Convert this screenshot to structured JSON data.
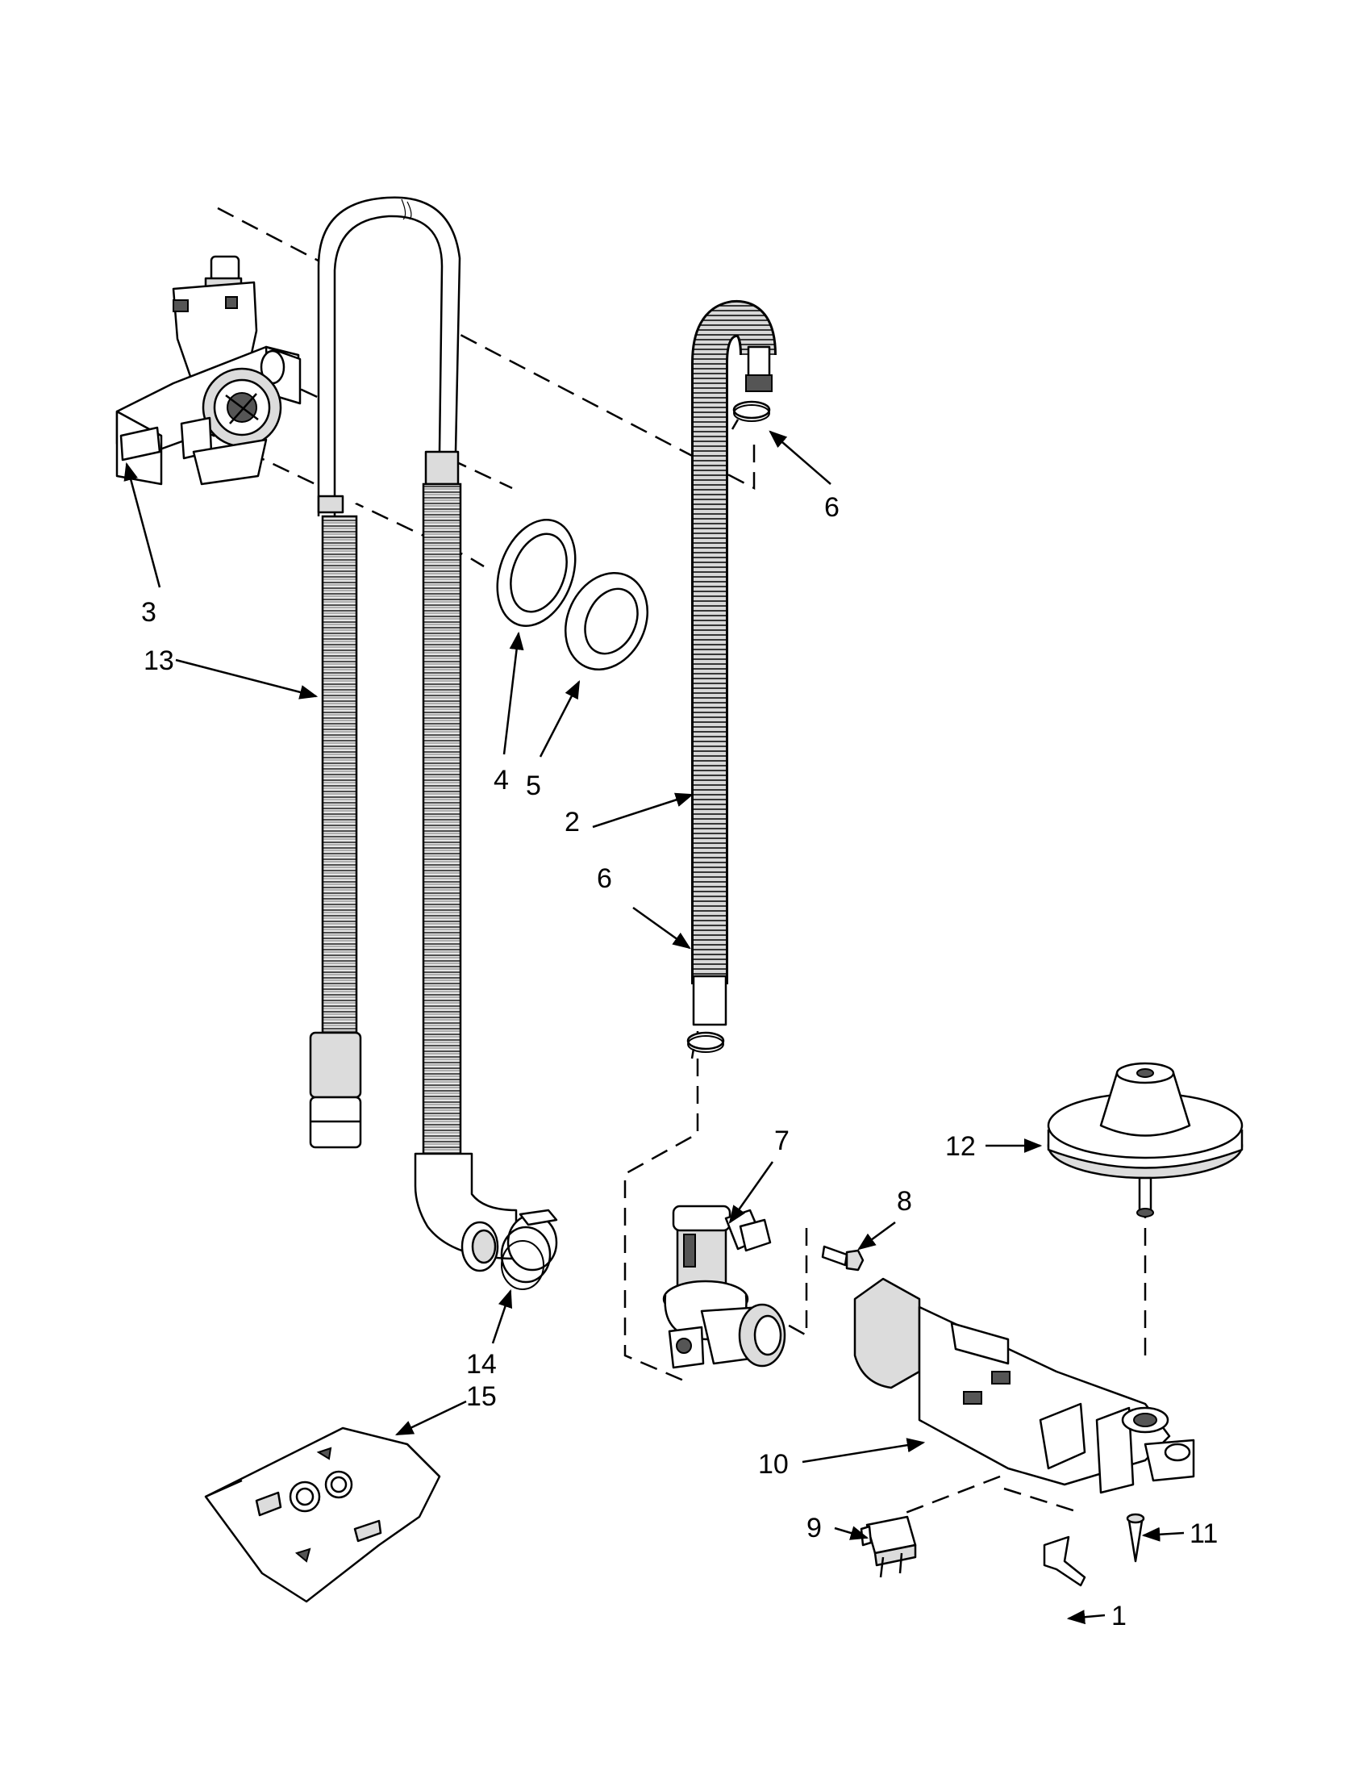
{
  "callouts": [
    {
      "number": "1"
    },
    {
      "number": "2"
    },
    {
      "number": "3"
    },
    {
      "number": "4"
    },
    {
      "number": "5"
    },
    {
      "number": "6"
    },
    {
      "number": "6"
    },
    {
      "number": "7"
    },
    {
      "number": "8"
    },
    {
      "number": "9"
    },
    {
      "number": "10"
    },
    {
      "number": "11"
    },
    {
      "number": "12"
    },
    {
      "number": "13"
    },
    {
      "number": "14"
    },
    {
      "number": "15"
    }
  ]
}
